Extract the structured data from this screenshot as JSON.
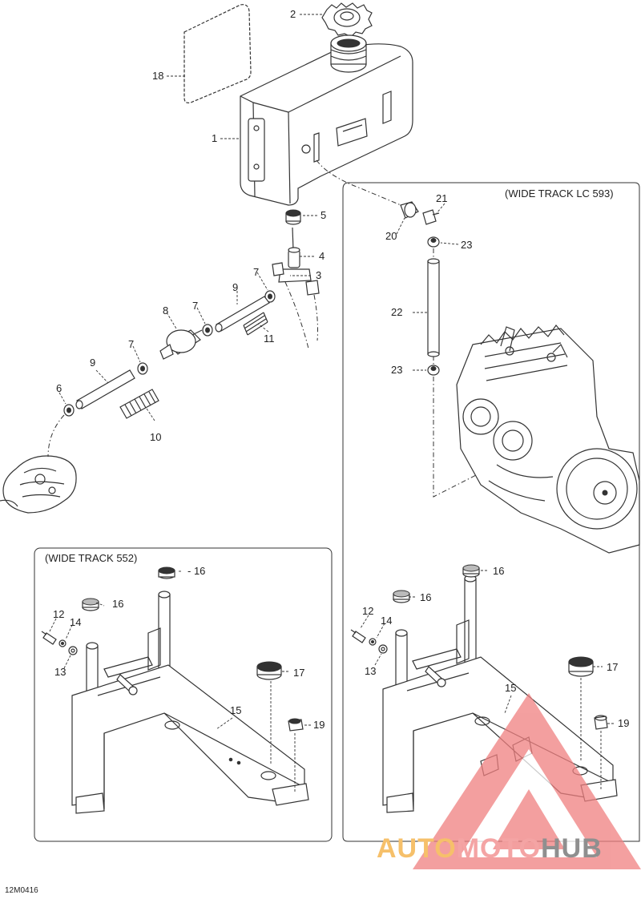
{
  "diagram": {
    "box_wide_track_lc": "(WIDE TRACK LC 593)",
    "box_wide_track_552": "(WIDE TRACK 552)",
    "drawing_code": "12M0416",
    "callouts": {
      "tank": "1",
      "cap": "2",
      "tee": "3",
      "hose_upper": "4",
      "grommet_top": "5",
      "clamp_left": "6",
      "clamp_a": "7",
      "clamp_b": "7",
      "clamp_c": "7",
      "filter": "8",
      "hose_short": "9",
      "hose_long": "9",
      "spring_large": "10",
      "spring_small": "11",
      "l_bolt": "12",
      "l_washer": "13",
      "l_nut": "14",
      "l_bracket": "15",
      "l_grommet_top": "16",
      "l_grommet_mid": "16",
      "l_grommet_big": "17",
      "l_nut_lower": "19",
      "r_bolt": "12",
      "r_washer": "13",
      "r_nut": "14",
      "r_bracket": "15",
      "r_grommet_top": "16",
      "r_grommet_mid": "16",
      "r_grommet_big": "17",
      "r_nut_lower": "19",
      "label_window": "18",
      "elbow": "20",
      "fitting": "21",
      "tube": "22",
      "clamp_top": "23",
      "clamp_bottom": "23"
    }
  },
  "watermark": {
    "part1": "AUTO",
    "part2": "MOTO",
    "part3": "HUB"
  }
}
